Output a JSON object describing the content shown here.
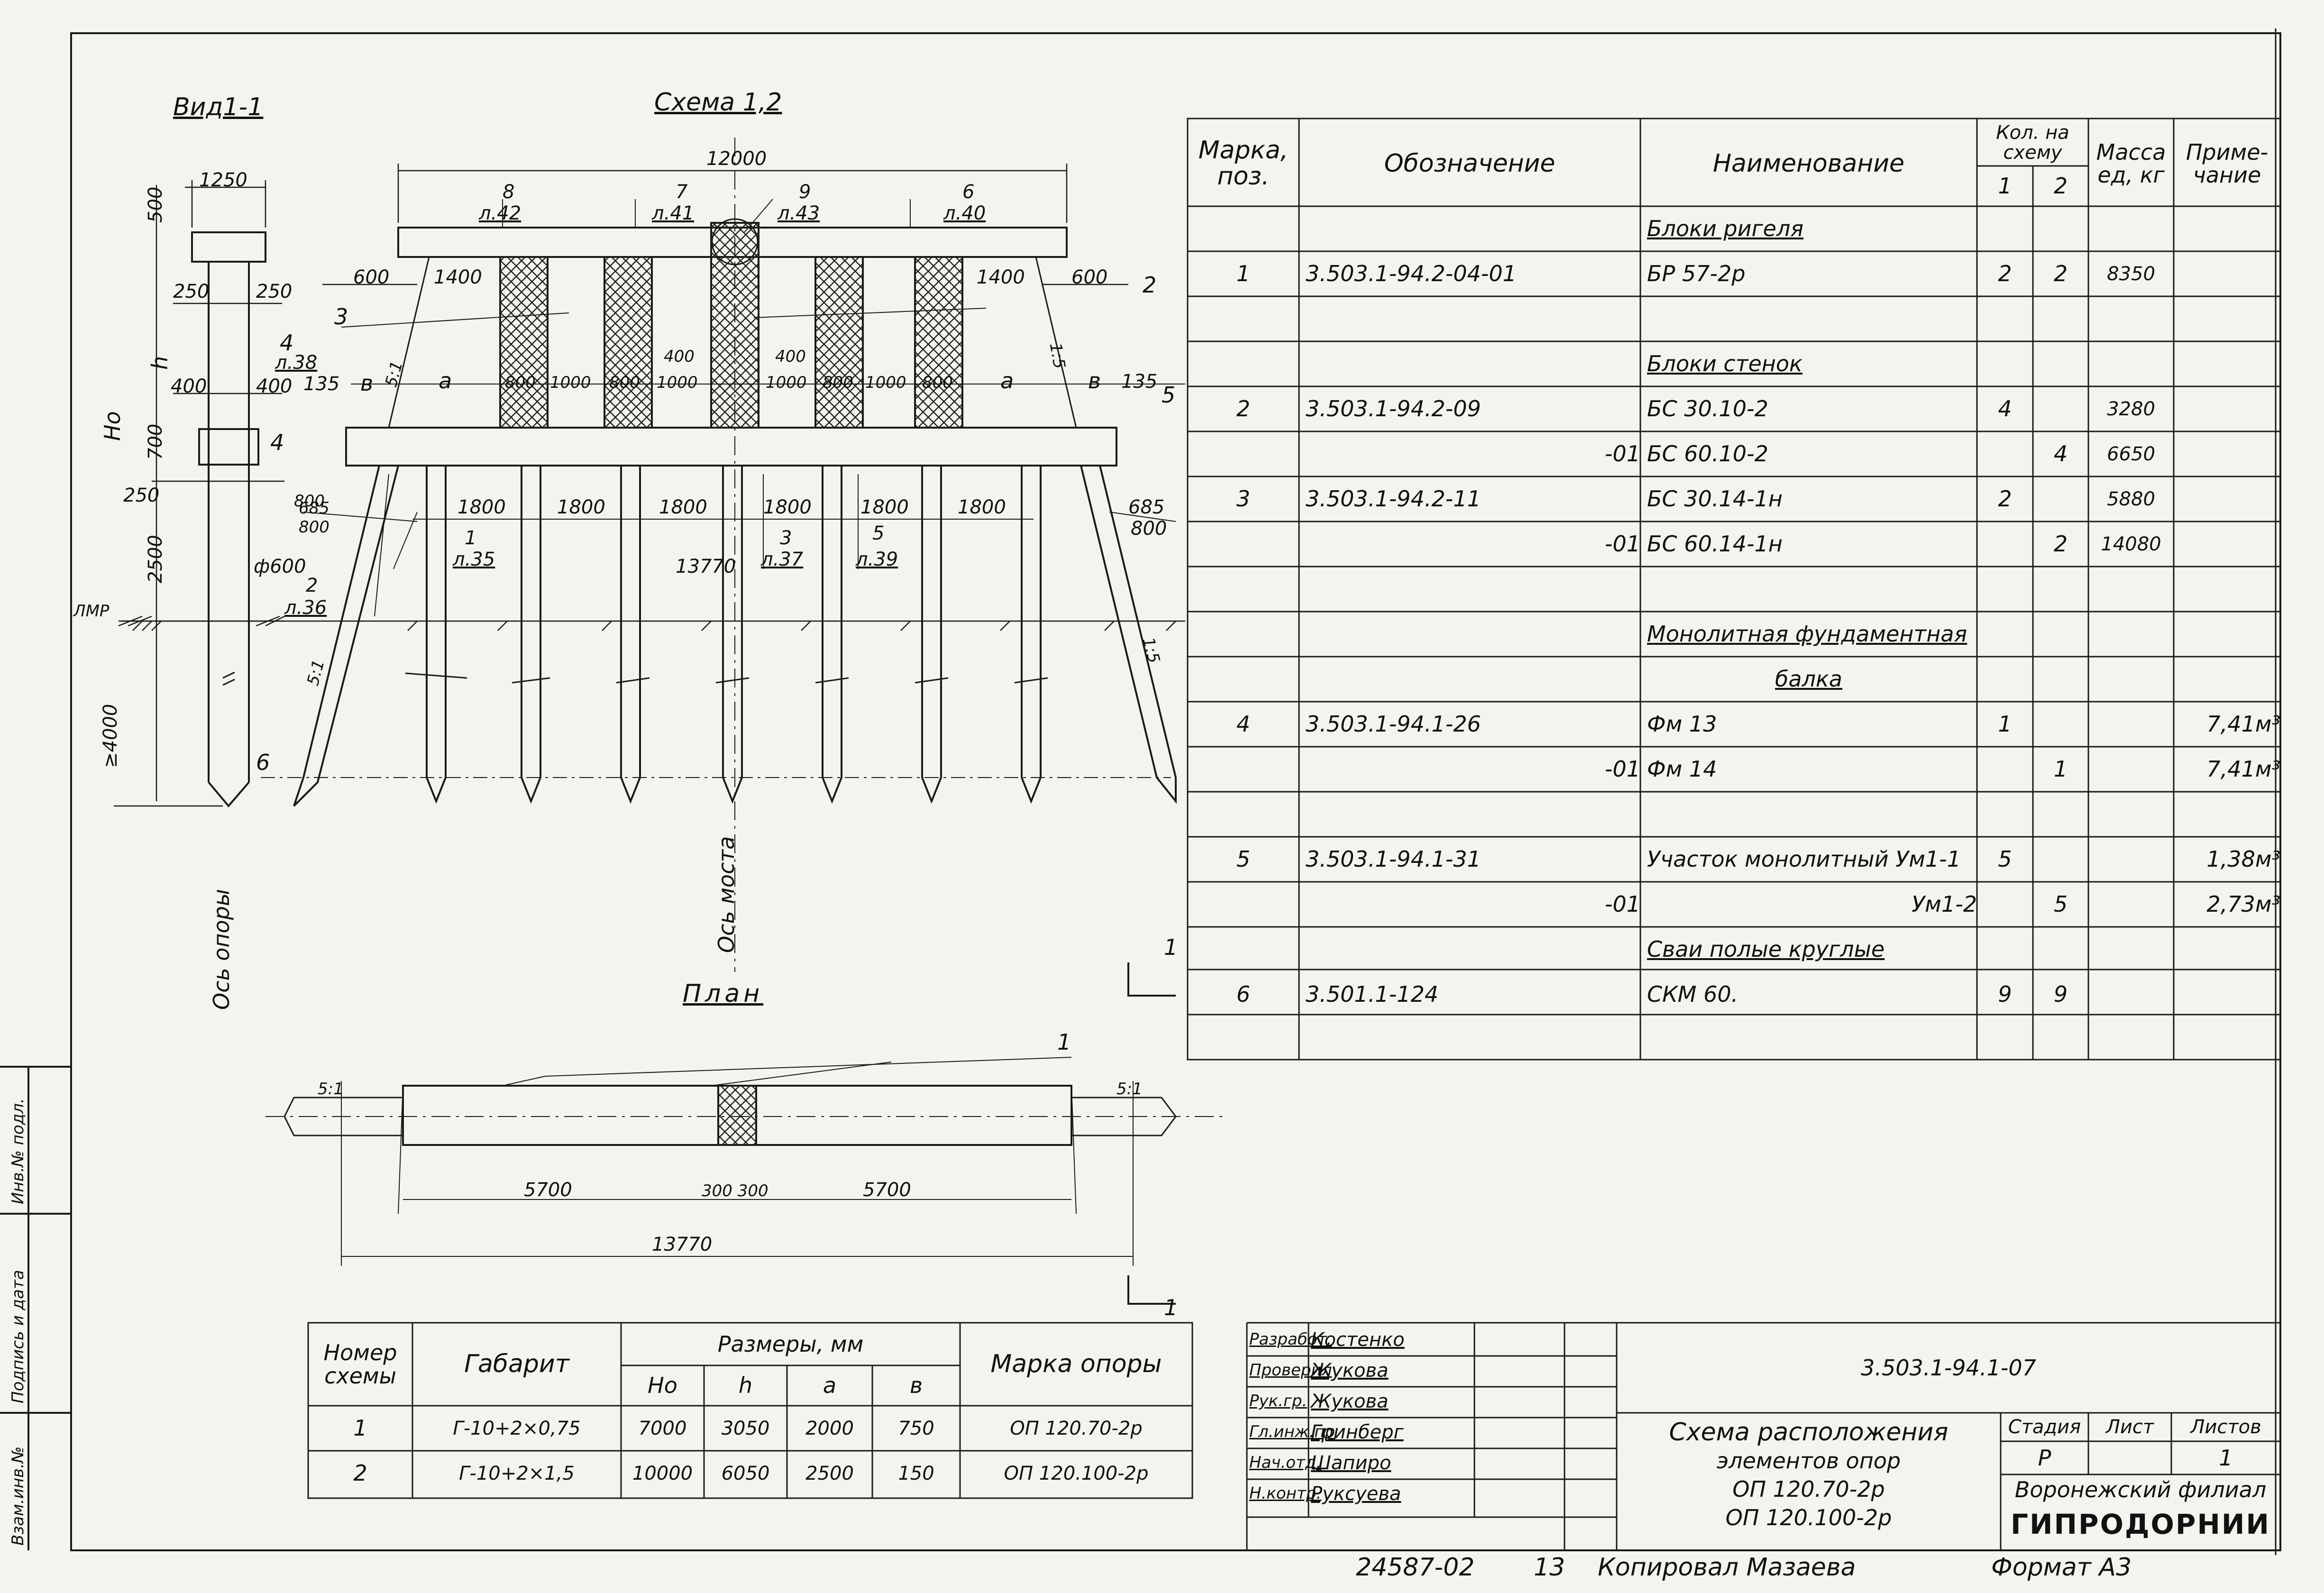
{
  "views": {
    "section_title": "Вид1-1",
    "scheme_title": "Схема 1,2",
    "plan_title": "План",
    "pier_axis": "Ось опоры",
    "bridge_axis": "Ось моста"
  },
  "section_dims": {
    "d1250": "1250",
    "d500": "500",
    "d250a": "250",
    "d250b": "250",
    "h": "h",
    "d400a": "400",
    "d400b": "400",
    "ho": "Hо",
    "d700": "700",
    "d250c": "250",
    "d2500": "2500",
    "d600": "ф600",
    "d4000": "≥4000",
    "lmr": "ЛМР",
    "pos4": "4",
    "pos6": "6"
  },
  "scheme_dims": {
    "d12000": "12000",
    "p8": "8",
    "s42": "л.42",
    "p7": "7",
    "s41": "л.41",
    "p9": "9",
    "s43": "л.43",
    "p6": "6",
    "s40": "л.40",
    "d600l": "600",
    "d1400l": "1400",
    "d1400r": "1400",
    "d600r": "600",
    "pos2": "2",
    "pos3": "3",
    "pos4": "4",
    "s38": "л.38",
    "d135l": "135",
    "bl": "в",
    "al": "а",
    "ar": "а",
    "br": "в",
    "d135r": "135",
    "pos5": "5",
    "d400a": "400",
    "d400b": "400",
    "spacing": [
      "800",
      "1000",
      "800",
      "1000",
      "1000",
      "800",
      "1000",
      "800"
    ],
    "slope_51": "5:1",
    "slope_15": "1:5",
    "d800l": "800",
    "d685l": "685",
    "d800l2": "800",
    "pile_1800": [
      "1800",
      "1800",
      "1800",
      "1800",
      "1800",
      "1800"
    ],
    "d13770": "13770",
    "d685r": "685",
    "d800r": "800",
    "p1": "1",
    "s35": "л.35",
    "p3": "3",
    "s37": "л.37",
    "p5": "5",
    "s39": "л.39",
    "p2": "2",
    "s36": "л.36"
  },
  "plan_dims": {
    "pos1": "1",
    "slope_l": "5:1",
    "slope_r": "5:1",
    "d5700l": "5700",
    "d300": "300 300",
    "d5700r": "5700",
    "d13770": "13770"
  },
  "section_marks": {
    "top": "1",
    "bottom": "1"
  },
  "spec_table": {
    "headers": {
      "mark": "Марка, поз.",
      "designation": "Обозначение",
      "name": "Наименование",
      "qty": "Кол. на схему",
      "qty1": "1",
      "qty2": "2",
      "mass": "Масса ед, кг",
      "note": "Приме- чание"
    },
    "rows": [
      {
        "mark": "",
        "designation": "",
        "name": "Блоки ригеля",
        "q1": "",
        "q2": "",
        "mass": "",
        "note": "",
        "heading": true
      },
      {
        "mark": "1",
        "designation": "3.503.1-94.2-04-01",
        "name": "БР 57-2р",
        "q1": "2",
        "q2": "2",
        "mass": "8350",
        "note": ""
      },
      {
        "mark": "",
        "designation": "",
        "name": "",
        "q1": "",
        "q2": "",
        "mass": "",
        "note": ""
      },
      {
        "mark": "",
        "designation": "",
        "name": "Блоки стенок",
        "q1": "",
        "q2": "",
        "mass": "",
        "note": "",
        "heading": true
      },
      {
        "mark": "2",
        "designation": "3.503.1-94.2-09",
        "name": "БС 30.10-2",
        "q1": "4",
        "q2": "",
        "mass": "3280",
        "note": ""
      },
      {
        "mark": "",
        "designation": "-01",
        "name": "БС 60.10-2",
        "q1": "",
        "q2": "4",
        "mass": "6650",
        "note": "",
        "right": true
      },
      {
        "mark": "3",
        "designation": "3.503.1-94.2-11",
        "name": "БС 30.14-1н",
        "q1": "2",
        "q2": "",
        "mass": "5880",
        "note": ""
      },
      {
        "mark": "",
        "designation": "-01",
        "name": "БС 60.14-1н",
        "q1": "",
        "q2": "2",
        "mass": "14080",
        "note": "",
        "right": true
      },
      {
        "mark": "",
        "designation": "",
        "name": "",
        "q1": "",
        "q2": "",
        "mass": "",
        "note": ""
      },
      {
        "mark": "",
        "designation": "",
        "name": "Монолитная фундаментная",
        "q1": "",
        "q2": "",
        "mass": "",
        "note": "",
        "heading": true
      },
      {
        "mark": "",
        "designation": "",
        "name": "балка",
        "q1": "",
        "q2": "",
        "mass": "",
        "note": "",
        "heading": true,
        "center": true
      },
      {
        "mark": "4",
        "designation": "3.503.1-94.1-26",
        "name": "Фм 13",
        "q1": "1",
        "q2": "",
        "mass": "",
        "note": "7,41м³"
      },
      {
        "mark": "",
        "designation": "-01",
        "name": "Фм 14",
        "q1": "",
        "q2": "1",
        "mass": "",
        "note": "7,41м³",
        "right": true
      },
      {
        "mark": "",
        "designation": "",
        "name": "",
        "q1": "",
        "q2": "",
        "mass": "",
        "note": ""
      },
      {
        "mark": "5",
        "designation": "3.503.1-94.1-31",
        "name": "Участок монолитный Ум1-1",
        "q1": "5",
        "q2": "",
        "mass": "",
        "note": "1,38м³"
      },
      {
        "mark": "",
        "designation": "-01",
        "name": "Ум1-2",
        "q1": "",
        "q2": "5",
        "mass": "",
        "note": "2,73м³",
        "right": true,
        "nameRight": true
      },
      {
        "mark": "",
        "designation": "",
        "name": "Сваи полые круглые",
        "q1": "",
        "q2": "",
        "mass": "",
        "note": "",
        "heading": true
      },
      {
        "mark": "6",
        "designation": "3.501.1-124",
        "name": "СКМ 60.",
        "q1": "9",
        "q2": "9",
        "mass": "",
        "note": ""
      }
    ]
  },
  "schemes_table": {
    "headers": {
      "num": "Номер схемы",
      "gabarit": "Габарит",
      "sizes": "Размеры, мм",
      "ho": "Hо",
      "h": "h",
      "a": "а",
      "b": "в",
      "mark": "Марка опоры"
    },
    "rows": [
      {
        "num": "1",
        "gabarit": "Г-10+2×0,75",
        "ho": "7000",
        "h": "3050",
        "a": "2000",
        "b": "750",
        "mark": "ОП 120.70-2р"
      },
      {
        "num": "2",
        "gabarit": "Г-10+2×1,5",
        "ho": "10000",
        "h": "6050",
        "a": "2500",
        "b": "150",
        "mark": "ОП 120.100-2р"
      }
    ]
  },
  "title_block": {
    "roles": [
      "Разработ.",
      "Проверил",
      "Рук.гр.",
      "Гл.инж.пр",
      "Нач.отд.",
      "Н.контр."
    ],
    "names": [
      "Костенко",
      "Жукова",
      "Жукова",
      "Гринберг",
      "Шапиро",
      "Руксуева"
    ],
    "doc_code": "3.503.1-94.1-07",
    "title_lines": [
      "Схема расположения",
      "элементов опор",
      "ОП 120.70-2р",
      "ОП 120.100-2р"
    ],
    "stage_label": "Стадия",
    "sheet_label": "Лист",
    "sheets_label": "Листов",
    "stage": "Р",
    "sheet": "",
    "sheets": "1",
    "org_branch": "Воронежский филиал",
    "org_name": "ГИПРОДОРНИИ"
  },
  "side_stamp": [
    "Инв.№ подл.",
    "Подпись и дата",
    "Взам.инв.№"
  ],
  "footer": {
    "number": "24587-02",
    "page": "13",
    "copied": "Копировал Мазаева",
    "format": "Формат А3"
  }
}
